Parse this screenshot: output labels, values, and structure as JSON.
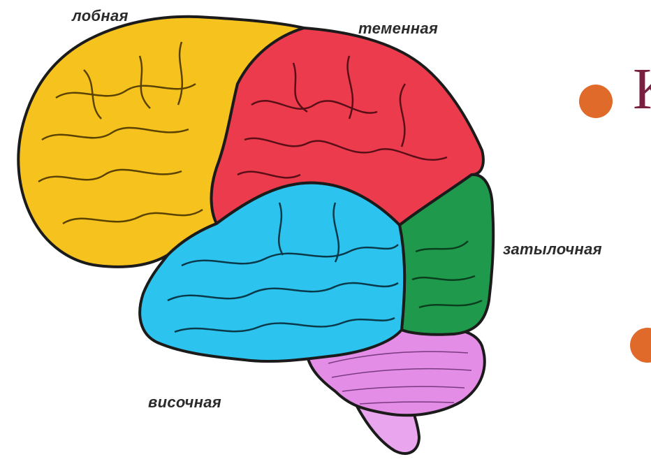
{
  "labels": {
    "frontal": "лобная",
    "parietal": "теменная",
    "occipital": "затылочная",
    "temporal": "височная"
  },
  "bullets": {
    "first_text": "К"
  },
  "colors": {
    "frontal": "#f6c21e",
    "parietal": "#ec3b4c",
    "occipital": "#1f9a4c",
    "temporal": "#2cc3ee",
    "cerebellum": "#e38de6",
    "stem": "#e9a6ee",
    "outline": "#1b1b1b",
    "bullet": "#e06a2a",
    "bullet_text": "#7a2040"
  }
}
